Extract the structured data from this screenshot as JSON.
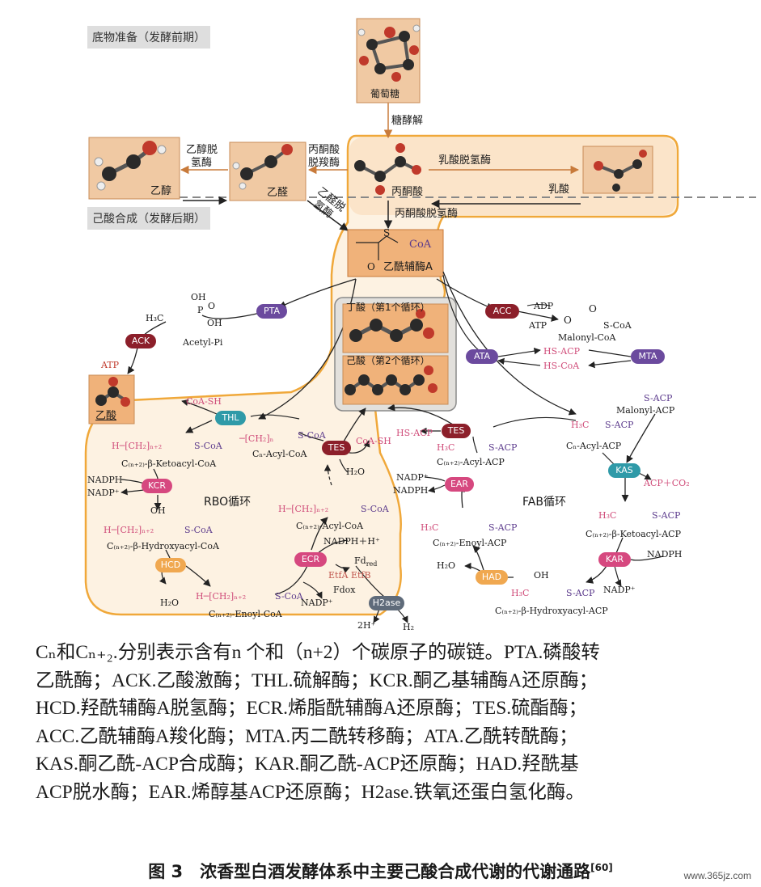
{
  "stage_labels": {
    "prep": "底物准备（发酵前期）",
    "synth": "己酸合成（发酵后期）"
  },
  "molecules": {
    "glucose": "葡萄糖",
    "pyruvate": "丙酮酸",
    "lactate": "乳酸",
    "acetaldehyde": "乙醛",
    "ethanol": "乙醇",
    "acetic_acid": "乙酸",
    "acetyl_coa": "乙酰辅酶A",
    "coa_label": "CoA",
    "s_label": "S",
    "o_label": "O",
    "butyrate": "丁酸（第1个循环）",
    "hexanoate": "己酸（第2个循环）"
  },
  "enzymes": {
    "glycolysis": "糖酵解",
    "ldh": "乳酸脱氢酶",
    "pdc_line1": "丙酮酸",
    "pdc_line2": "脱羧酶",
    "adh_line1": "乙醇脱",
    "adh_line2": "氢酶",
    "aldh_line1": "乙醛脱",
    "aldh_line2": "氢酶",
    "pyr_dh": "丙酮酸脱氢酶"
  },
  "pills": {
    "pta": "PTA",
    "ack": "ACK",
    "acc": "ACC",
    "ata": "ATA",
    "mta": "MTA",
    "thl": "THL",
    "kcr": "KCR",
    "hcd": "HCD",
    "ecr": "ECR",
    "tes1": "TES",
    "tes2": "TES",
    "ear": "EAR",
    "kas": "KAS",
    "kar": "KAR",
    "had": "HAD",
    "h2ase": "H2ase"
  },
  "chem": {
    "acetyl_pi": "Acetyl-Pi",
    "h3c": "H₃C",
    "oh": "OH",
    "o": "O",
    "p": "P",
    "atp_red": "ATP",
    "adp": "ADP",
    "atp": "ATP",
    "malonyl_coa": "Malonyl-CoA",
    "s_coa": "S-CoA",
    "hs_acp": "HS-ACP",
    "hs_coa": "HS-CoA",
    "malonyl_acp": "Malonyl-ACP",
    "s_acp": "S-ACP",
    "cn_acyl_acp": "Cₙ-Acyl-ACP",
    "acp_co2": "ACP＋CO₂",
    "ketoacyl_acp": "C₍ₙ₊₂₎-β-Ketoacyl-ACP",
    "nadph": "NADPH",
    "nadp": "NADP⁺",
    "hydroxyacyl_acp": "C₍ₙ₊₂₎-β-Hydroxyacyl-ACP",
    "h2o": "H₂O",
    "enoyl_acp": "C₍ₙ₊₂₎-Enoyl-ACP",
    "acyl_acp_n2": "C₍ₙ₊₂₎-Acyl-ACP",
    "hs_acp2": "HS-ACP",
    "coa_sh": "CoA-SH",
    "coa_sh2": "CoA-SH",
    "ketoacyl_coa": "C₍ₙ₊₂₎-β-Ketoacyl-CoA",
    "hydroxyacyl_coa": "C₍ₙ₊₂₎-β-Hydroxyacyl-CoA",
    "enoyl_coa": "C₍ₙ₊₂₎-Enoyl-CoA",
    "cn_acyl_coa": "Cₙ-Acyl-CoA",
    "acyl_coa_n2": "C₍ₙ₊₂₎-Acyl-CoA",
    "chain": "H─[CH₂]ₙ₊₂",
    "chain_n": "─[CH₂]ₙ",
    "nadph_h": "NADPH＋H⁺",
    "fd_red": "Fd",
    "fd_red_sub": "red",
    "fdox": "Fdox",
    "etfab": "EtfA EtfB",
    "h2o2": "H₂O",
    "h2o3": "H₂O",
    "h2o4": "H₂O",
    "twoh": "2H⁺",
    "h2": "H₂",
    "nadph2": "NADPH",
    "nadp2": "NADP⁺",
    "nadp3": "NADP⁺",
    "nadph3": "NADPH",
    "nadp4": "NADP⁺",
    "nadph4": "NADPH"
  },
  "cycles": {
    "rbo": "RBO循环",
    "fab": "FAB循环"
  },
  "caption_lines": [
    "Cₙ和Cₙ₊₂.分别表示含有n 个和（n+2）个碳原子的碳链。PTA.磷酸转",
    "乙酰酶；ACK.乙酸激酶；THL.硫解酶；KCR.酮乙基辅酶A还原酶；",
    "HCD.羟酰辅酶A脱氢酶；ECR.烯脂酰辅酶A还原酶；TES.硫酯酶；",
    "ACC.乙酰辅酶A羧化酶；MTA.丙二酰转移酶；ATA.乙酰转酰酶；",
    "KAS.酮乙酰-ACP合成酶；KAR.酮乙酰-ACP还原酶；HAD.羟酰基",
    "ACP脱水酶；EAR.烯醇基ACP还原酶；H2ase.铁氧还蛋白氢化酶。"
  ],
  "figure_title": "图 3　浓香型白酒发酵体系中主要己酸合成代谢的代谢通路",
  "figure_ref": "[60]",
  "watermark": "www.365jz.com",
  "colors": {
    "orange_outline": "#f0a83a",
    "cream_fill": "#fdf2e2",
    "pill_purple": "#6b4a9e",
    "pill_darkred": "#8c1f2a",
    "pill_pink": "#d6487f",
    "pill_teal": "#2f9aa8",
    "pill_orange": "#f0a850",
    "pill_gray": "#5f6b7a"
  }
}
